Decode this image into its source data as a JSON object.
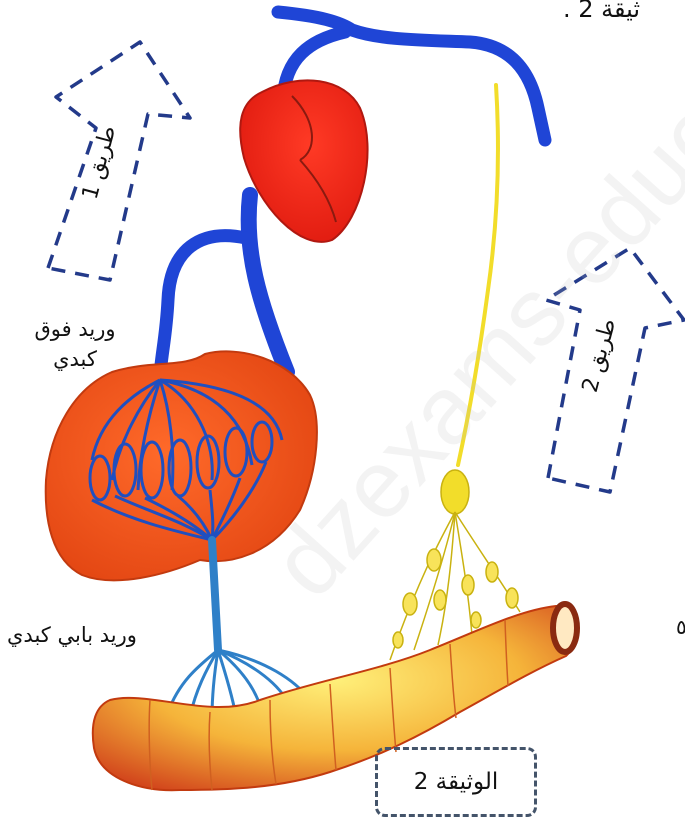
{
  "title_partial": "ثيقة 2 .",
  "labels": {
    "hepatic_vein_line1": "وريد فوق",
    "hepatic_vein_line2": "كبدي",
    "portal_vein": "وريد بابي كبدي",
    "path_1": "طريق 1",
    "path_2": "طريق 2",
    "document": "الوثيقة 2",
    "right_edge_glyph": "٥"
  },
  "watermark": "dzexams-educat",
  "colors": {
    "veins": "#1f45d6",
    "portal_branches": "#2f80c8",
    "heart": "#f02618",
    "liver": "#f2541d",
    "lymph": "#f2dd2a",
    "intestine": "#f0a030",
    "arrow_outline": "#233a8a"
  }
}
